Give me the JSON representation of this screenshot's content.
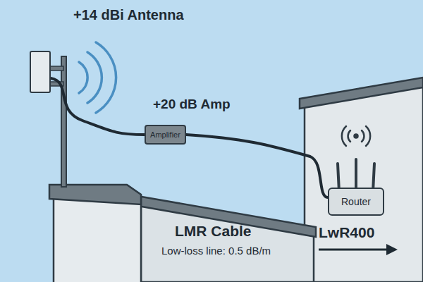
{
  "diagram": {
    "nodes": [
      {
        "text": [
          "+14 dBi Antenna"
        ]
      },
      {
        "text": [
          "+20 dB Amp",
          "Amplifier"
        ]
      },
      {
        "text": [
          "Router"
        ]
      }
    ],
    "edges": [
      {
        "from": 0,
        "to": 1,
        "arrow": "none"
      },
      {
        "from": 1,
        "to": 2,
        "arrow": "none"
      }
    ],
    "labels": [
      "LMR Cable",
      "Low-loss line: 0.5 dB/m",
      "LwR400"
    ]
  }
}
